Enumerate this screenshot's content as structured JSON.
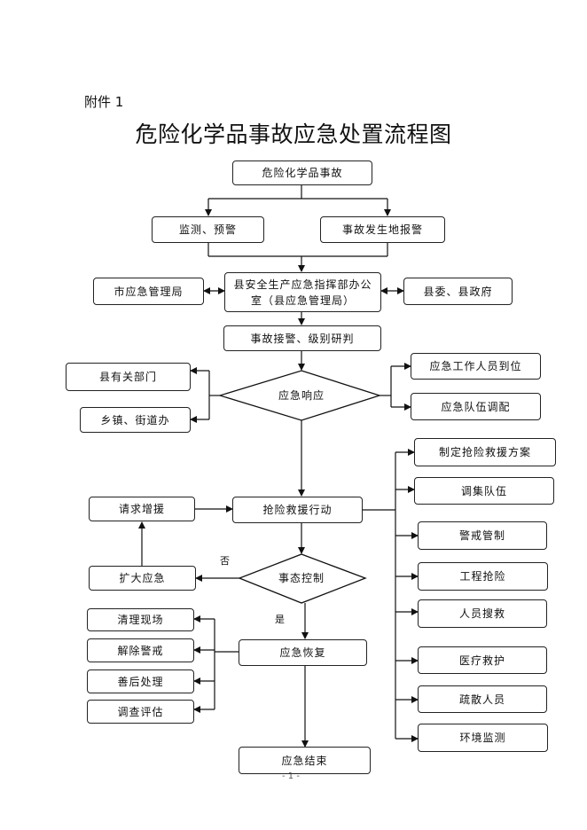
{
  "attachment": "附件 1",
  "title": "危险化学品事故应急处置流程图",
  "nodes": {
    "accident": "危险化学品事故",
    "monitor": "监测、预警",
    "report": "事故发生地报警",
    "city_bureau": "市应急管理局",
    "county_office": "县安全生产应急指挥部办公室（县应急管理局）",
    "county_gov": "县委、县政府",
    "receive": "事故接警、级别研判",
    "county_depts": "县有关部门",
    "towns": "乡镇、街道办",
    "response": "应急响应",
    "staff_arrive": "应急工作人员到位",
    "team_deploy": "应急队伍调配",
    "request_aid": "请求增援",
    "rescue_action": "抢险救援行动",
    "expand": "扩大应急",
    "control": "事态控制",
    "recovery": "应急恢复",
    "clean": "清理现场",
    "lift_alert": "解除警戒",
    "aftermath": "善后处理",
    "investigate": "调查评估",
    "end": "应急结束",
    "plan": "制定抢险救援方案",
    "gather": "调集队伍",
    "cordon": "警戒管制",
    "engineering": "工程抢险",
    "search": "人员搜救",
    "medical": "医疗救护",
    "evacuate": "疏散人员",
    "env_monitor": "环境监测"
  },
  "branch_no": "否",
  "branch_yes": "是",
  "page_number": "- 1 -"
}
